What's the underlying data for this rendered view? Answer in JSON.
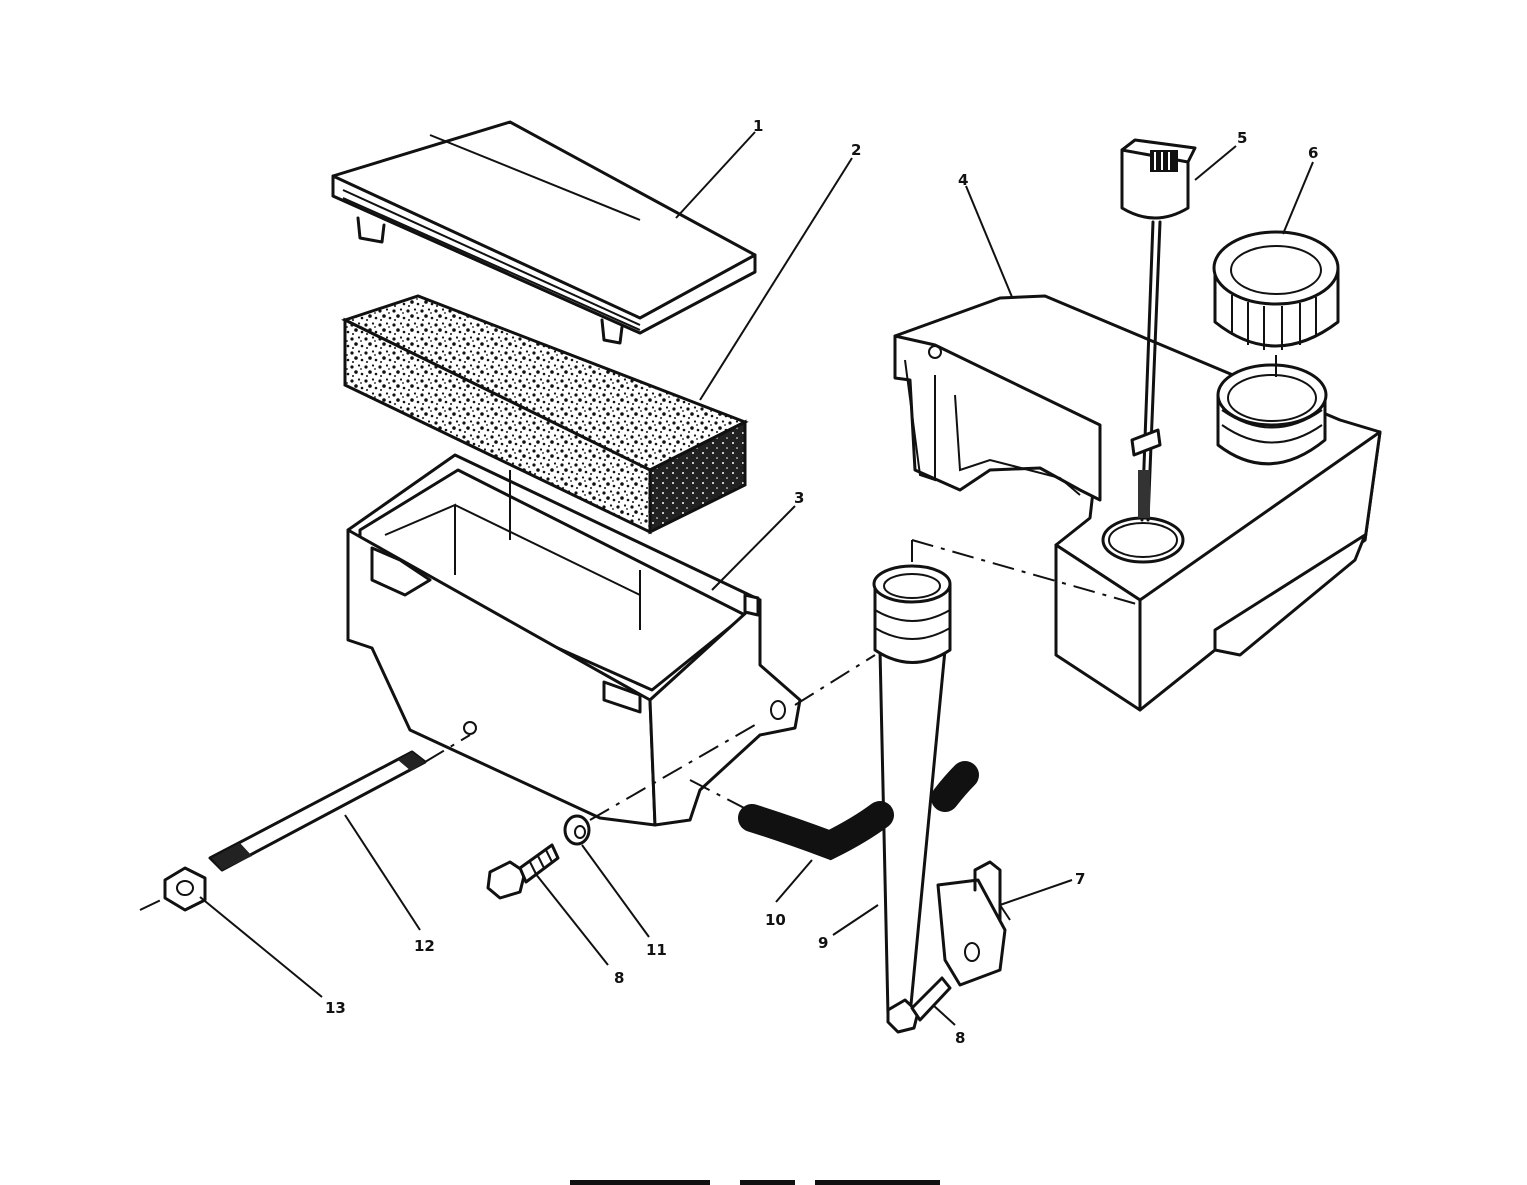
{
  "diagram": {
    "callouts": [
      {
        "id": "1",
        "text": "1"
      },
      {
        "id": "2",
        "text": "2"
      },
      {
        "id": "3",
        "text": "3"
      },
      {
        "id": "4",
        "text": "4"
      },
      {
        "id": "5",
        "text": "5"
      },
      {
        "id": "6",
        "text": "6"
      },
      {
        "id": "7",
        "text": "7"
      },
      {
        "id": "8a",
        "text": "8"
      },
      {
        "id": "8b",
        "text": "8"
      },
      {
        "id": "9",
        "text": "9"
      },
      {
        "id": "10",
        "text": "10"
      },
      {
        "id": "11",
        "text": "11"
      },
      {
        "id": "12",
        "text": "12"
      },
      {
        "id": "13",
        "text": "13"
      }
    ],
    "colors": {
      "ink": "#111111",
      "background": "#ffffff"
    }
  }
}
